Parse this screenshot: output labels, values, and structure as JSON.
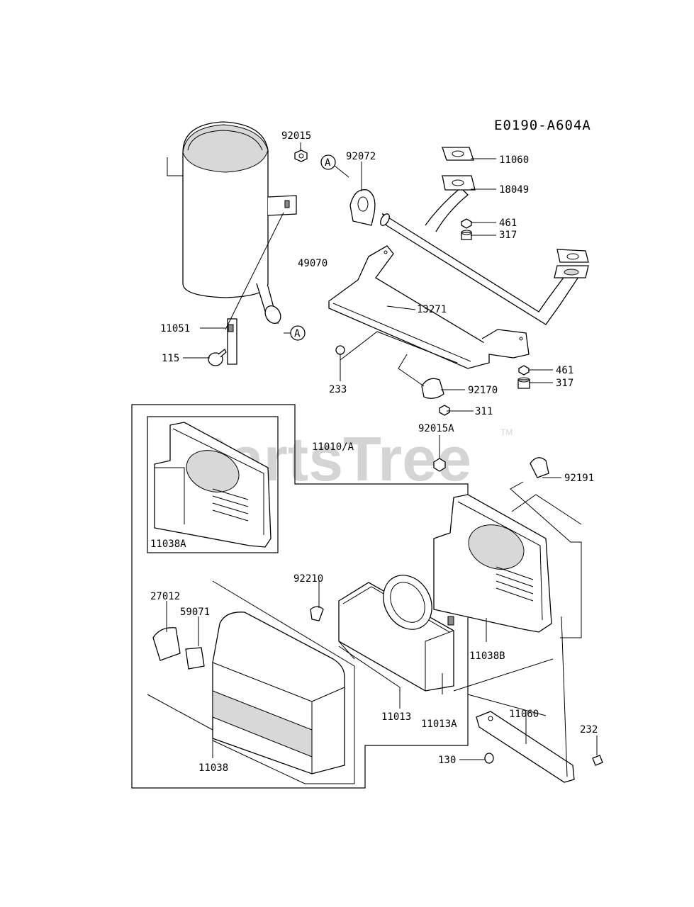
{
  "diagram": {
    "code": "E0190-A604A",
    "watermark": "PartsTree",
    "watermark_tm": "TM",
    "ref_marker": "A",
    "parts": {
      "p92015": "92015",
      "p92072": "92072",
      "p11060": "11060",
      "p18049": "18049",
      "p461a": "461",
      "p317a": "317",
      "p49070": "49070",
      "p13271": "13271",
      "p11051": "11051",
      "p115": "115",
      "p233": "233",
      "p92170": "92170",
      "p311": "311",
      "p461b": "461",
      "p317b": "317",
      "p11010A": "11010/A",
      "p92015A": "92015A",
      "p92191": "92191",
      "p11038A": "11038A",
      "p92210": "92210",
      "p27012": "27012",
      "p59071": "59071",
      "p11038B": "11038B",
      "p11013": "11013",
      "p11013A": "11013A",
      "p11060b": "11060",
      "p232": "232",
      "p130": "130",
      "p11038": "11038"
    }
  }
}
